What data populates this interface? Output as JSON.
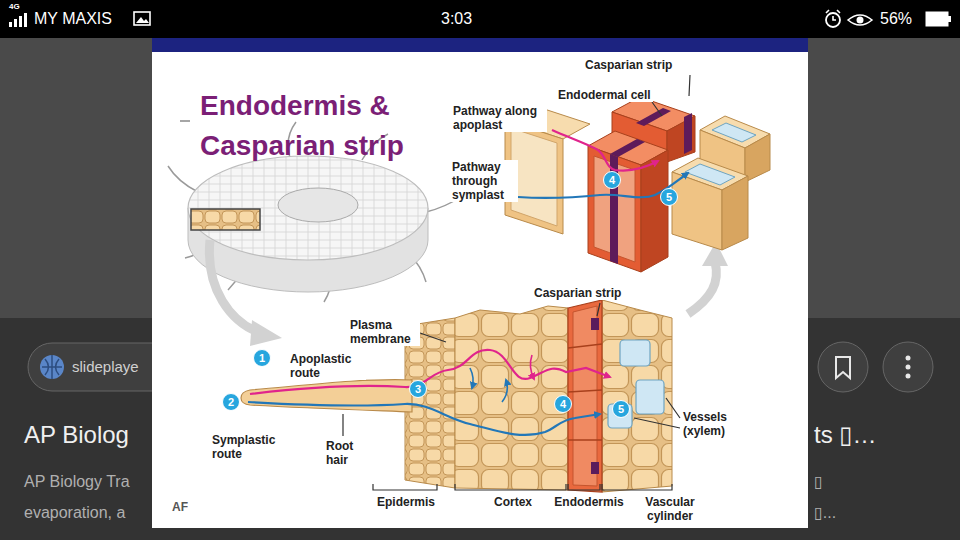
{
  "diagram": {
    "title": "Endodermis & Casparian strip",
    "nodes": [
      {
        "text": [
          "4"
        ]
      },
      {
        "text": [
          "5"
        ]
      },
      {
        "text": [
          "1"
        ]
      },
      {
        "text": [
          "2"
        ]
      },
      {
        "text": [
          "3"
        ]
      },
      {
        "text": [
          "4"
        ]
      },
      {
        "text": [
          "5"
        ]
      }
    ],
    "labels": [
      "4G",
      "MY MAXIS",
      "3:03",
      "56%",
      "slideplaye",
      "AP Biolog",
      "ts ▯…",
      "AP Biology Tra",
      "evaporation, a",
      "▯",
      "▯...",
      "Casparian strip",
      "Endodermal cell",
      "Pathway along apoplast",
      "Pathway through symplast",
      "Casparian strip",
      "Plasma membrane",
      "Apoplastic route",
      "Symplastic route",
      "Root hair",
      "Vessels (xylem)",
      "Epidermis",
      "Cortex",
      "Endodermis",
      "Vascular cylinder",
      "AF"
    ]
  }
}
